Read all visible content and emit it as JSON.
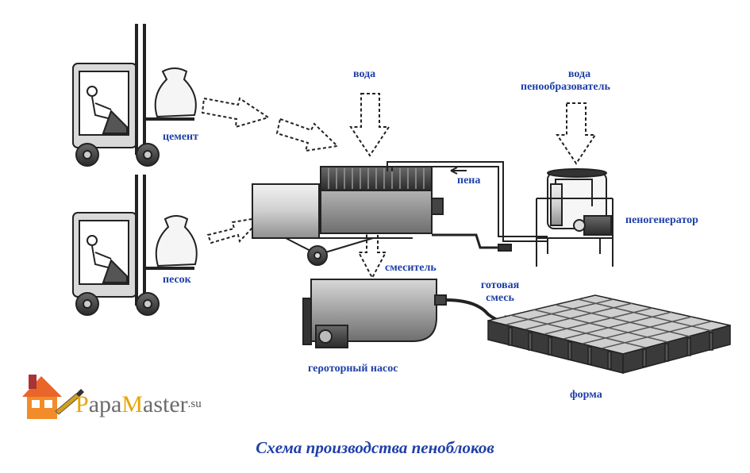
{
  "labels": {
    "cement": "цемент",
    "sand": "песок",
    "water": "вода",
    "water2": "вода",
    "foaming_agent": "пенообразователь",
    "foam": "пена",
    "foam_generator": "пеногенератор",
    "mixer": "смеситель",
    "ready_mix_line1": "готовая",
    "ready_mix_line2": "смесь",
    "gerotor_pump": "геροторный насос",
    "mold": "форма"
  },
  "logo": {
    "part1": "P",
    "part2": "apa",
    "part3": "M",
    "part4": "aster",
    "suffix": ".su"
  },
  "caption": "Схема производства пеноблоков",
  "colors": {
    "label": "#1f3fa8",
    "logo_accent": "#e8a400",
    "logo_roof": "#e8662a"
  }
}
